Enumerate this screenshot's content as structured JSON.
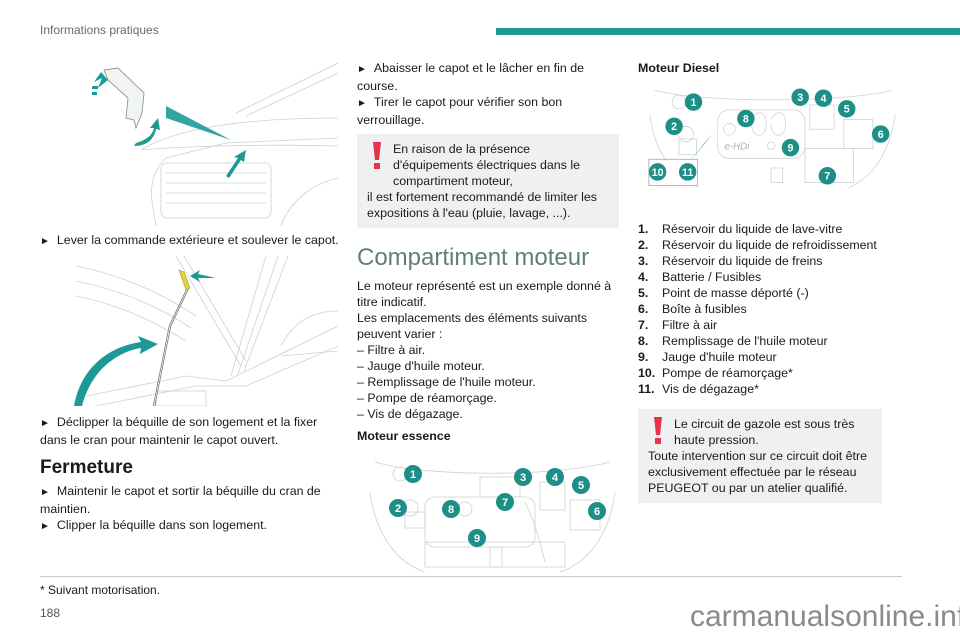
{
  "header": {
    "section_title": "Informations pratiques",
    "accent_color": "#1e9a96"
  },
  "left_column": {
    "step_lever": "Lever la commande extérieure et soulever le capot.",
    "step_unclip": "Déclipper la béquille de son logement et la fixer dans le cran pour maintenir le capot ouvert.",
    "fermeture_title": "Fermeture",
    "step_hold": "Maintenir le capot et sortir la béquille du cran de maintien.",
    "step_clip": "Clipper la béquille dans son logement."
  },
  "middle_column": {
    "step_lower": "Abaisser le capot et le lâcher en fin de course.",
    "step_pull": "Tirer le capot pour vérifier son bon verrouillage.",
    "warning_first": "En raison de la présence d'équipements électriques dans le compartiment moteur,",
    "warning_rest": "il est fortement recommandé de limiter les expositions à l'eau (pluie, lavage, ...).",
    "section_title": "Compartiment moteur",
    "intro_1": "Le moteur représenté est un exemple donné à titre indicatif.",
    "intro_2": "Les emplacements des éléments suivants peuvent varier :",
    "variable_items": [
      "Filtre à air.",
      "Jauge d'huile moteur.",
      "Remplissage de l'huile moteur.",
      "Pompe de réamorçage.",
      "Vis de dégazage."
    ],
    "essence_title": "Moteur essence",
    "essence_badges": [
      "1",
      "2",
      "3",
      "4",
      "5",
      "6",
      "7",
      "8",
      "9"
    ]
  },
  "right_column": {
    "diesel_title": "Moteur Diesel",
    "diesel_badges": [
      "1",
      "2",
      "3",
      "4",
      "5",
      "6",
      "7",
      "8",
      "9",
      "10",
      "11"
    ],
    "engine_logo": "e-HDi",
    "legend": [
      {
        "num": "1.",
        "label": "Réservoir du liquide de lave-vitre"
      },
      {
        "num": "2.",
        "label": "Réservoir du liquide de refroidissement"
      },
      {
        "num": "3.",
        "label": "Réservoir du liquide de freins"
      },
      {
        "num": "4.",
        "label": "Batterie / Fusibles"
      },
      {
        "num": "5.",
        "label": "Point de masse déporté (-)"
      },
      {
        "num": "6.",
        "label": "Boîte à fusibles"
      },
      {
        "num": "7.",
        "label": "Filtre à air"
      },
      {
        "num": "8.",
        "label": "Remplissage de l'huile moteur"
      },
      {
        "num": "9.",
        "label": "Jauge d'huile moteur"
      },
      {
        "num": "10.",
        "label": "Pompe de réamorçage*"
      },
      {
        "num": "11.",
        "label": "Vis de dégazage*"
      }
    ],
    "warning_first": "Le circuit de gazole est sous très haute pression.",
    "warning_rest": "Toute intervention sur ce circuit doit être exclusivement effectuée par le réseau PEUGEOT ou par un atelier qualifié."
  },
  "footer": {
    "footnote": "* Suivant motorisation.",
    "page_number": "188",
    "watermark": "carmanualsonline.info"
  },
  "colors": {
    "teal": "#1e9a96",
    "badge": "#1e8f86",
    "warning_red": "#e8324a",
    "warning_bg": "#eef0f1",
    "section_heading": "#5f7f7e"
  }
}
